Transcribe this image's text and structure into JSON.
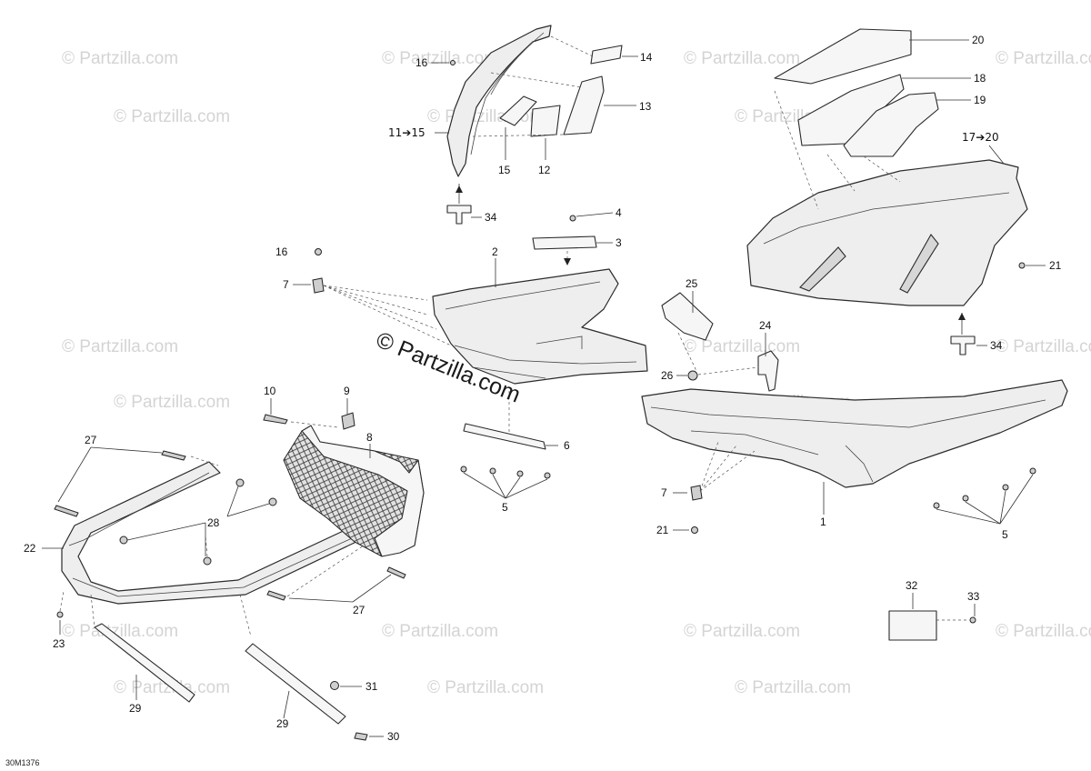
{
  "watermark": {
    "repeated_text": "© Partzilla.com",
    "center_text": "© Partzilla.com"
  },
  "drawing_code": "30M1376",
  "callouts": [
    {
      "id": "c-16a",
      "text": "16"
    },
    {
      "id": "c-14",
      "text": "14"
    },
    {
      "id": "c-13",
      "text": "13"
    },
    {
      "id": "c-11-15",
      "text": "11➔15"
    },
    {
      "id": "c-15",
      "text": "15"
    },
    {
      "id": "c-12",
      "text": "12"
    },
    {
      "id": "c-34a",
      "text": "34"
    },
    {
      "id": "c-4",
      "text": "4"
    },
    {
      "id": "c-3",
      "text": "3"
    },
    {
      "id": "c-16b",
      "text": "16"
    },
    {
      "id": "c-2",
      "text": "2"
    },
    {
      "id": "c-7a",
      "text": "7"
    },
    {
      "id": "c-20",
      "text": "20"
    },
    {
      "id": "c-18",
      "text": "18"
    },
    {
      "id": "c-19",
      "text": "19"
    },
    {
      "id": "c-17-20",
      "text": "17➔20"
    },
    {
      "id": "c-21a",
      "text": "21"
    },
    {
      "id": "c-34b",
      "text": "34"
    },
    {
      "id": "c-25",
      "text": "25"
    },
    {
      "id": "c-24",
      "text": "24"
    },
    {
      "id": "c-26",
      "text": "26"
    },
    {
      "id": "c-10",
      "text": "10"
    },
    {
      "id": "c-9",
      "text": "9"
    },
    {
      "id": "c-8",
      "text": "8"
    },
    {
      "id": "c-27a",
      "text": "27"
    },
    {
      "id": "c-6",
      "text": "6"
    },
    {
      "id": "c-5a",
      "text": "5"
    },
    {
      "id": "c-7b",
      "text": "7"
    },
    {
      "id": "c-1",
      "text": "1"
    },
    {
      "id": "c-5b",
      "text": "5"
    },
    {
      "id": "c-21b",
      "text": "21"
    },
    {
      "id": "c-28",
      "text": "28"
    },
    {
      "id": "c-22",
      "text": "22"
    },
    {
      "id": "c-27b",
      "text": "27"
    },
    {
      "id": "c-23",
      "text": "23"
    },
    {
      "id": "c-32",
      "text": "32"
    },
    {
      "id": "c-33",
      "text": "33"
    },
    {
      "id": "c-31",
      "text": "31"
    },
    {
      "id": "c-29a",
      "text": "29"
    },
    {
      "id": "c-29b",
      "text": "29"
    },
    {
      "id": "c-30",
      "text": "30"
    }
  ]
}
